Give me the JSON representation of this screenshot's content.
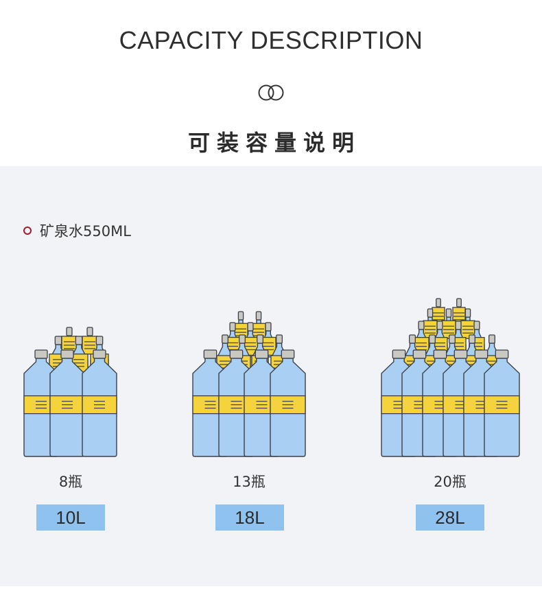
{
  "title_en": "CAPACITY DESCRIPTION",
  "title_cn": "可装容量说明",
  "unit_label": "矿泉水550ML",
  "icons": [
    "double-ring-icon",
    "circle-bullet-icon",
    "water-bottle-icon"
  ],
  "colors": {
    "bottle_body": "#a9d0f2",
    "bottle_outline": "#3a3f4a",
    "bottle_cap": "#c9c9c2",
    "label_band": "#f4d33b",
    "badge": "#8fc2ee",
    "bullet": "#a01a2a",
    "panel_bg": "#f2f3f7"
  },
  "groups": [
    {
      "count_label": "8瓶",
      "volume_label": "10L",
      "bottle_count": 8
    },
    {
      "count_label": "13瓶",
      "volume_label": "18L",
      "bottle_count": 13
    },
    {
      "count_label": "20瓶",
      "volume_label": "28L",
      "bottle_count": 20
    }
  ]
}
